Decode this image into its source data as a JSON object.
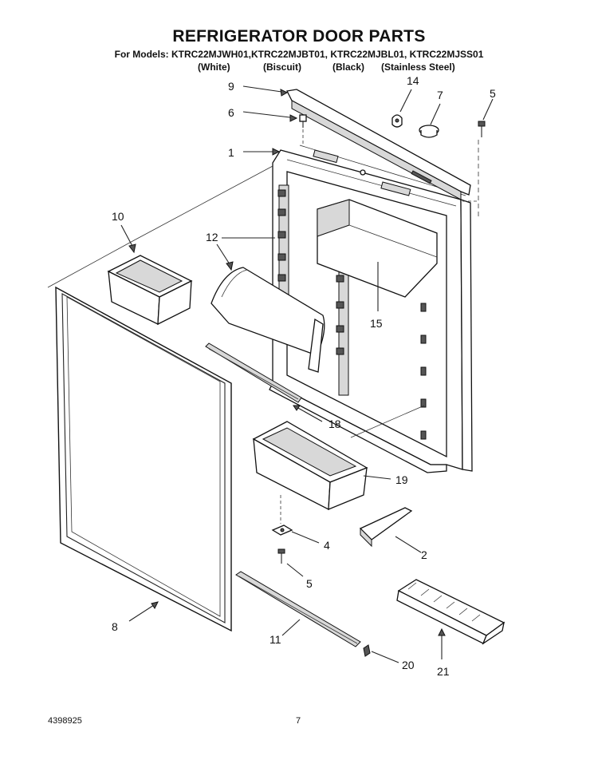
{
  "header": {
    "title": "REFRIGERATOR DOOR PARTS",
    "models": "For Models: KTRC22MJWH01,KTRC22MJBT01, KTRC22MJBL01, KTRC22MJSS01",
    "colors": [
      "(White)",
      "(Biscuit)",
      "(Black)",
      "(Stainless Steel)"
    ]
  },
  "callouts": [
    "9",
    "14",
    "7",
    "5",
    "6",
    "1",
    "10",
    "12",
    "15",
    "18",
    "19",
    "4",
    "2",
    "5",
    "8",
    "11",
    "20",
    "21"
  ],
  "footer": {
    "doc_number": "4398925",
    "page_number": "7"
  }
}
